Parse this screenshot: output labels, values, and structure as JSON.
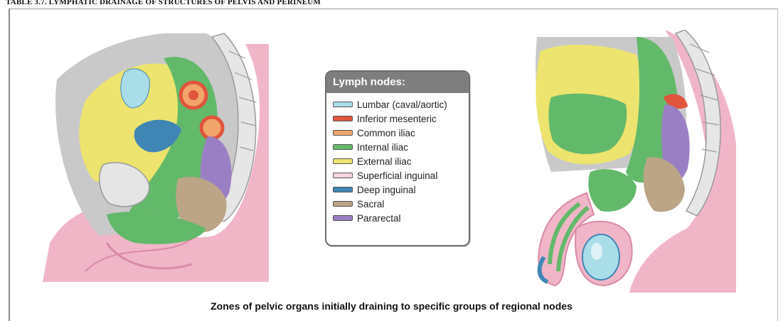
{
  "table_title": "TABLE 3.7. LYMPHATIC DRAINAGE OF STRUCTURES OF PELVIS AND PERINEUM",
  "legend": {
    "title": "Lymph nodes:",
    "items": [
      {
        "label": "Lumbar (caval/aortic)",
        "color": "#a9dde8"
      },
      {
        "label": "Inferior mesenteric",
        "color": "#e0553c"
      },
      {
        "label": "Common iliac",
        "color": "#f2a56b"
      },
      {
        "label": "Internal iliac",
        "color": "#63b96a"
      },
      {
        "label": "External iliac",
        "color": "#ece46e"
      },
      {
        "label": "Superficial inguinal",
        "color": "#f6d6e3"
      },
      {
        "label": "Deep inguinal",
        "color": "#3f86b5"
      },
      {
        "label": "Sacral",
        "color": "#bba586"
      },
      {
        "label": "Pararectal",
        "color": "#9b7fc4"
      }
    ]
  },
  "caption": "Zones of pelvic organs initially draining to specific groups of regional nodes"
}
